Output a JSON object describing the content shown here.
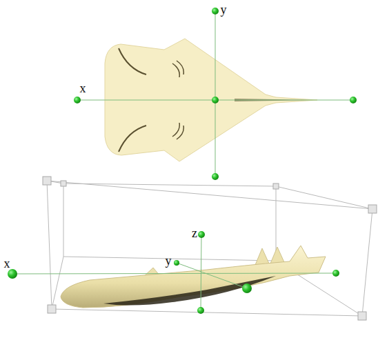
{
  "diagram": {
    "labels": [
      "x",
      "y",
      "x",
      "y",
      "z"
    ]
  }
}
